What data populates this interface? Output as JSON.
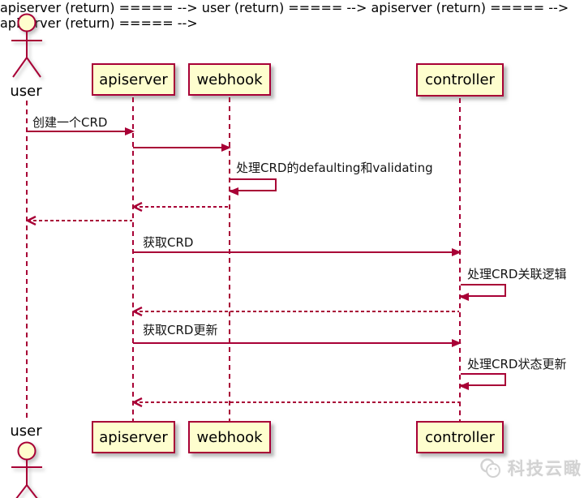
{
  "diagram": {
    "actor_top": "user",
    "actor_bottom": "user",
    "participants": [
      {
        "name": "apiserver"
      },
      {
        "name": "webhook"
      },
      {
        "name": "controller"
      }
    ],
    "messages": [
      {
        "from": "user",
        "to": "apiserver",
        "label": "创建一个CRD",
        "style": "solid"
      },
      {
        "from": "apiserver",
        "to": "webhook",
        "label": "",
        "style": "solid"
      },
      {
        "from": "webhook",
        "to": "webhook",
        "label": "处理CRD的defaulting和validating",
        "style": "self"
      },
      {
        "from": "webhook",
        "to": "apiserver",
        "label": "",
        "style": "return"
      },
      {
        "from": "apiserver",
        "to": "user",
        "label": "",
        "style": "return"
      },
      {
        "from": "apiserver",
        "to": "controller",
        "label": "获取CRD",
        "style": "solid"
      },
      {
        "from": "controller",
        "to": "controller",
        "label": "处理CRD关联逻辑",
        "style": "self"
      },
      {
        "from": "controller",
        "to": "apiserver",
        "label": "",
        "style": "return"
      },
      {
        "from": "apiserver",
        "to": "controller",
        "label": "获取CRD更新",
        "style": "solid"
      },
      {
        "from": "controller",
        "to": "controller",
        "label": "处理CRD状态更新",
        "style": "self"
      },
      {
        "from": "controller",
        "to": "apiserver",
        "label": "",
        "style": "return"
      }
    ],
    "watermark": "科技云瞰",
    "colors": {
      "participant_fill": "#FEFECE",
      "stroke": "#A80036",
      "label_text": "#141414",
      "watermark": "#D2D2D2"
    }
  }
}
